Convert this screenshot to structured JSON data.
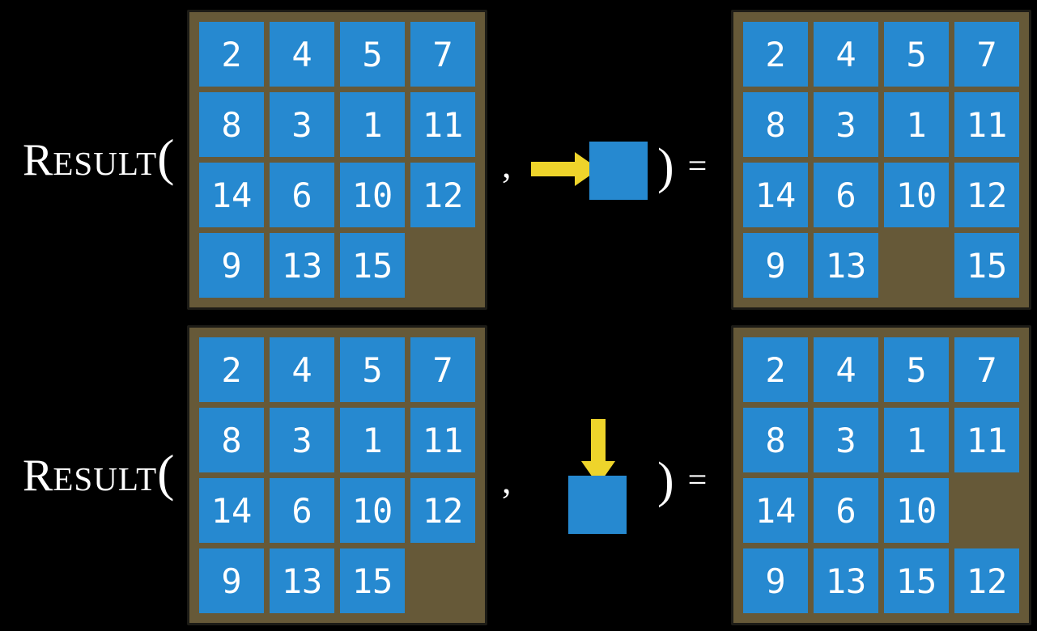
{
  "colors": {
    "background": "#000000",
    "board_background": "#665938",
    "board_border": "#1c1b16",
    "tile_background": "#2689d0",
    "tile_text": "#ffffff",
    "arrow": "#eed42b",
    "label_text": "#ffffff"
  },
  "rows": [
    {
      "label": {
        "initial": "R",
        "rest": "ESULT",
        "open_paren": "("
      },
      "comma": ",",
      "action": {
        "name": "slide-tile-right",
        "direction": "right"
      },
      "close_paren": ")",
      "equals": "=",
      "input_board": [
        [
          "2",
          "4",
          "5",
          "7"
        ],
        [
          "8",
          "3",
          "1",
          "11"
        ],
        [
          "14",
          "6",
          "10",
          "12"
        ],
        [
          "9",
          "13",
          "15",
          ""
        ]
      ],
      "output_board": [
        [
          "2",
          "4",
          "5",
          "7"
        ],
        [
          "8",
          "3",
          "1",
          "11"
        ],
        [
          "14",
          "6",
          "10",
          "12"
        ],
        [
          "9",
          "13",
          "",
          "15"
        ]
      ]
    },
    {
      "label": {
        "initial": "R",
        "rest": "ESULT",
        "open_paren": "("
      },
      "comma": ",",
      "action": {
        "name": "slide-tile-down",
        "direction": "down"
      },
      "close_paren": ")",
      "equals": "=",
      "input_board": [
        [
          "2",
          "4",
          "5",
          "7"
        ],
        [
          "8",
          "3",
          "1",
          "11"
        ],
        [
          "14",
          "6",
          "10",
          "12"
        ],
        [
          "9",
          "13",
          "15",
          ""
        ]
      ],
      "output_board": [
        [
          "2",
          "4",
          "5",
          "7"
        ],
        [
          "8",
          "3",
          "1",
          "11"
        ],
        [
          "14",
          "6",
          "10",
          ""
        ],
        [
          "9",
          "13",
          "15",
          "12"
        ]
      ]
    }
  ]
}
